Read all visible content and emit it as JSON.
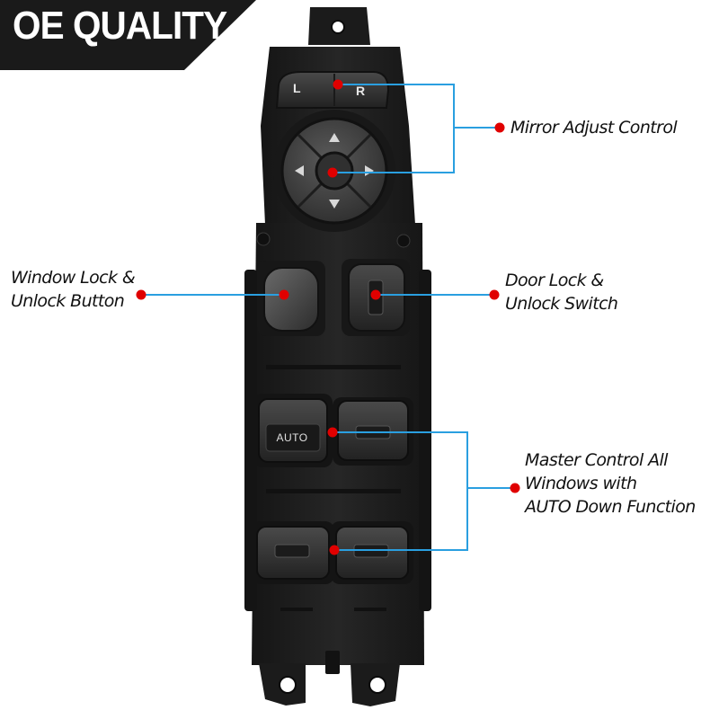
{
  "banner": {
    "text": "OE QUALITY",
    "background": "#1a1a1a",
    "color": "#ffffff"
  },
  "switch": {
    "mirror_selector_left": "L",
    "mirror_selector_right": "R",
    "auto_button_label": "AUTO"
  },
  "callouts": {
    "mirror": {
      "lines": [
        "Mirror Adjust Control"
      ]
    },
    "window_lock": {
      "lines": [
        "Window Lock &",
        "Unlock Button"
      ]
    },
    "door_lock": {
      "lines": [
        "Door Lock &",
        "Unlock Switch"
      ]
    },
    "master": {
      "lines": [
        "Master Control All",
        "Windows with",
        "AUTO Down Function"
      ]
    }
  },
  "colors": {
    "leader_line": "#2a9fe0",
    "marker_dot": "#e00000",
    "switch_body": "#1e1e1e",
    "button": "#2e2e2e"
  }
}
